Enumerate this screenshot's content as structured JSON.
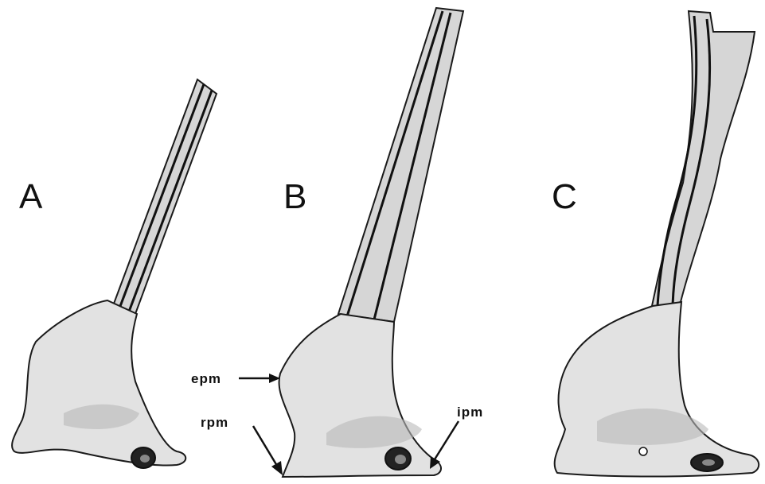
{
  "figure": {
    "panels": [
      {
        "id": "A",
        "label": "A"
      },
      {
        "id": "B",
        "label": "B"
      },
      {
        "id": "C",
        "label": "C"
      }
    ],
    "annotations": {
      "epm": "epm",
      "rpm": "rpm",
      "ipm": "ipm"
    }
  }
}
